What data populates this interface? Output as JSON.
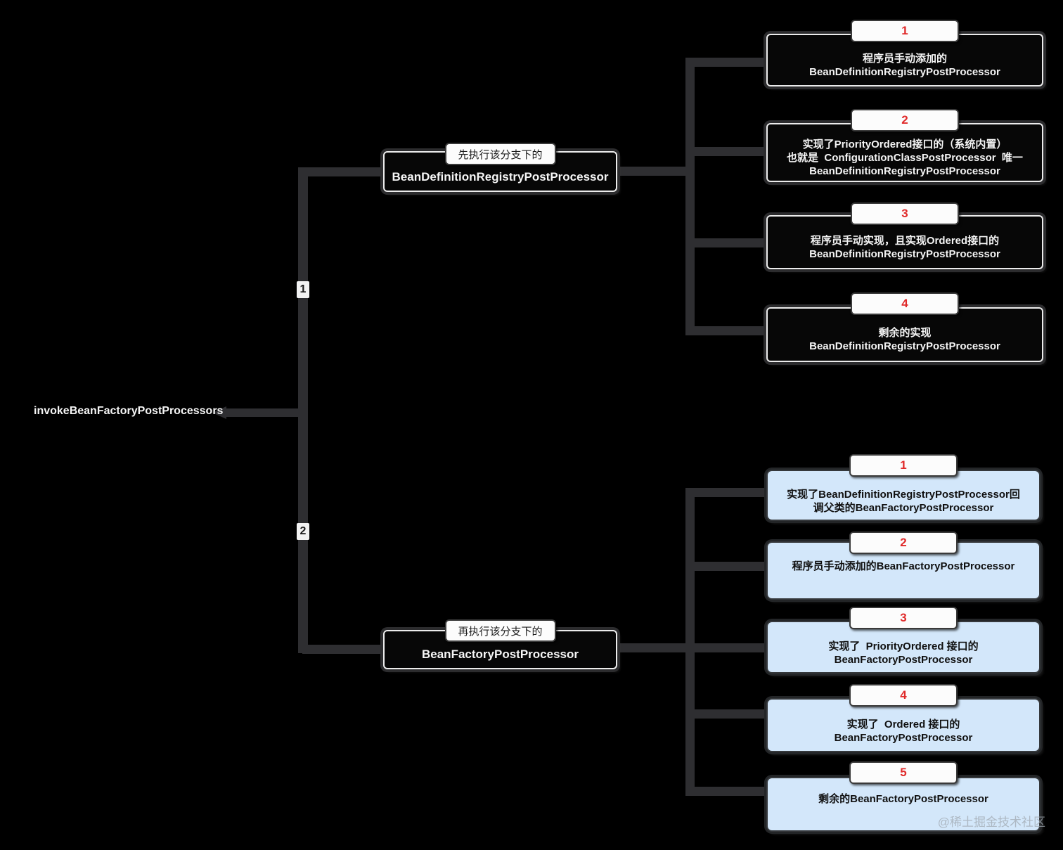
{
  "root": {
    "label": "invokeBeanFactoryPostProcessors"
  },
  "branch1": {
    "connector_label": "1",
    "tag": "先执行该分支下的",
    "title": "BeanDefinitionRegistryPostProcessor",
    "children": [
      {
        "num": "1",
        "line1": "程序员手动添加的",
        "line2": "BeanDefinitionRegistryPostProcessor"
      },
      {
        "num": "2",
        "line1": "实现了PriorityOrdered接口的（系统内置）",
        "line2": "也就是  ConfigurationClassPostProcessor  唯一",
        "line3": "BeanDefinitionRegistryPostProcessor"
      },
      {
        "num": "3",
        "line1": "程序员手动实现，且实现Ordered接口的",
        "line2": "BeanDefinitionRegistryPostProcessor"
      },
      {
        "num": "4",
        "line1": "剩余的实现",
        "line2": "BeanDefinitionRegistryPostProcessor"
      }
    ]
  },
  "branch2": {
    "connector_label": "2",
    "tag": "再执行该分支下的",
    "title": "BeanFactoryPostProcessor",
    "children": [
      {
        "num": "1",
        "line1": "实现了BeanDefinitionRegistryPostProcessor回",
        "line2": "调父类的BeanFactoryPostProcessor"
      },
      {
        "num": "2",
        "line1": "程序员手动添加的BeanFactoryPostProcessor"
      },
      {
        "num": "3",
        "line1": "实现了  PriorityOrdered 接口的",
        "line2": "BeanFactoryPostProcessor"
      },
      {
        "num": "4",
        "line1": "实现了  Ordered 接口的",
        "line2": "BeanFactoryPostProcessor"
      },
      {
        "num": "5",
        "line1": "剩余的BeanFactoryPostProcessor"
      }
    ]
  },
  "watermark": "@稀土掘金技术社区",
  "colors": {
    "background": "#000000",
    "connector": "#2e2e31",
    "dark_box_fill": "#070707",
    "dark_box_border": "#ececec",
    "blue_box_fill": "#d3e7fa",
    "tab_fill": "#fcfcfc",
    "tab_number_red": "#e02a2a",
    "text_light": "#f4f4f4",
    "text_dark": "#101010"
  }
}
